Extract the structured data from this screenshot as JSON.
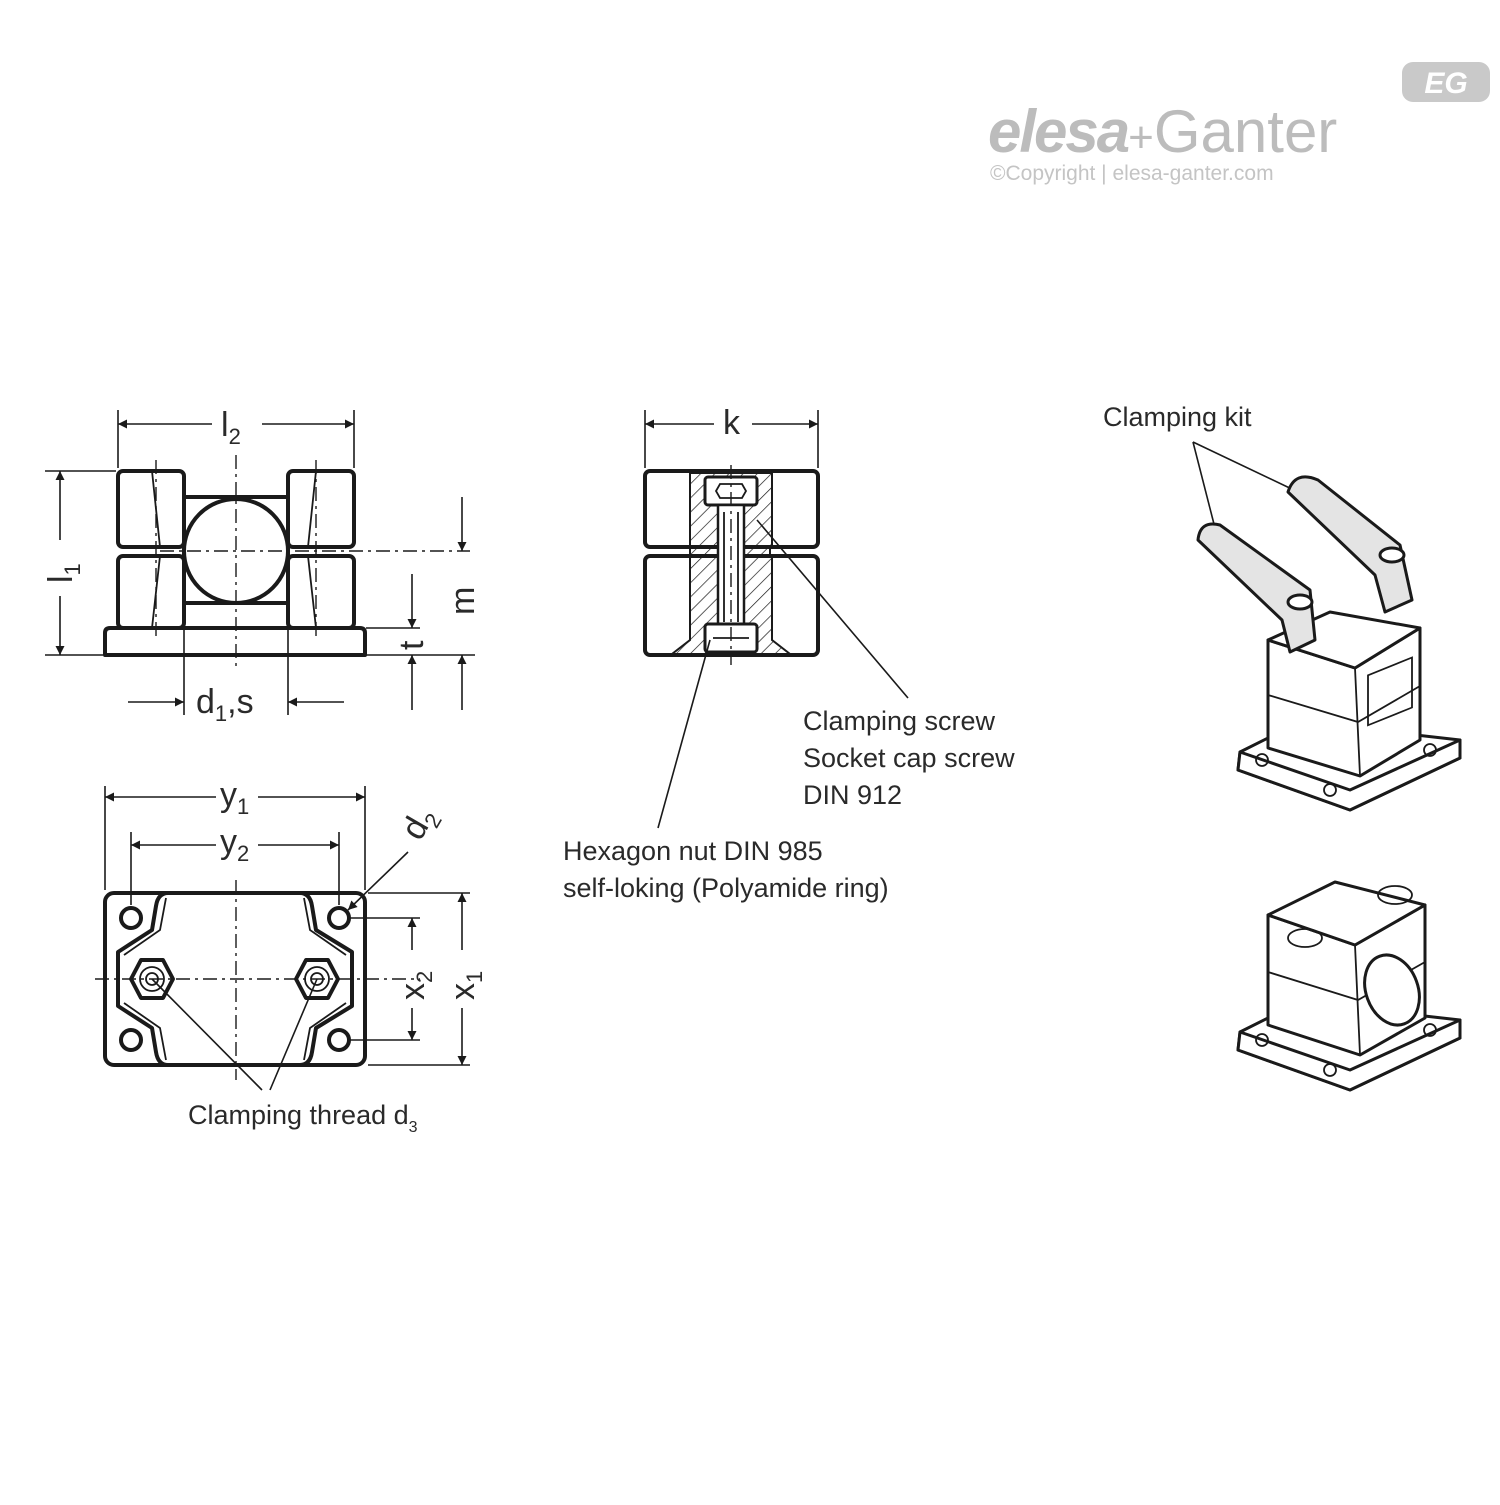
{
  "brand": {
    "name_left": "elesa",
    "plus": "+",
    "name_right": "Ganter",
    "badge": "EG",
    "copyright": "©Copyright | elesa-ganter.com",
    "color": "#bcbcbc"
  },
  "dimensions": {
    "l2": {
      "base": "l",
      "sub": "2"
    },
    "l1": {
      "base": "l",
      "sub": "1"
    },
    "m": "m",
    "t": "t",
    "d1s": {
      "base": "d",
      "sub": "1",
      "suffix": ",s"
    },
    "k": "k",
    "y1": {
      "base": "y",
      "sub": "1"
    },
    "y2": {
      "base": "y",
      "sub": "2"
    },
    "d2": {
      "base": "d",
      "sub": "2"
    },
    "x1": {
      "base": "x",
      "sub": "1"
    },
    "x2": {
      "base": "x",
      "sub": "2"
    }
  },
  "callouts": {
    "clamping_screw": [
      "Clamping screw",
      "Socket cap screw",
      "DIN 912"
    ],
    "hexagon_nut": [
      "Hexagon nut DIN 985",
      "self-loking (Polyamide ring)"
    ],
    "clamping_thread": {
      "text": "Clamping thread d",
      "sub": "3"
    },
    "clamping_kit": "Clamping kit"
  },
  "colors": {
    "line": "#1a1a1a",
    "fill": "#ffffff",
    "part_fill": "#e4e4e4",
    "hatch": "#1a1a1a"
  }
}
